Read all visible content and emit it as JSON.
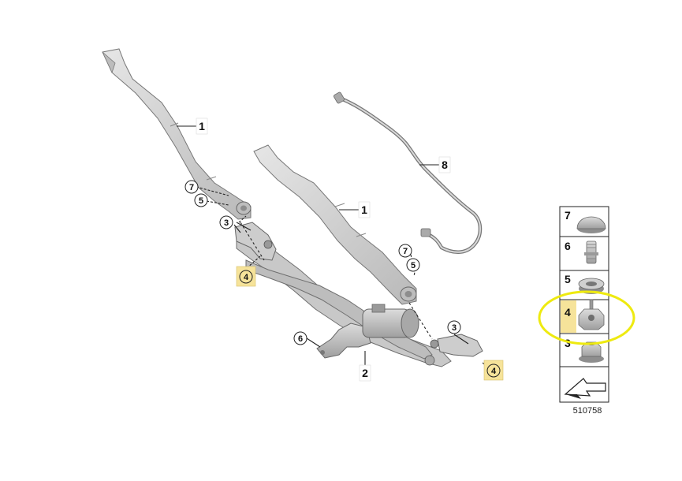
{
  "colors": {
    "part_fill": "#cfcfcf",
    "part_stroke": "#6a6a6a",
    "highlight_box": "#f6e39a",
    "highlight_ring": "#eeea10",
    "outline": "#222222"
  },
  "callouts": {
    "arm_left": "1",
    "arm_right": "1",
    "linkage": "2",
    "cap_left": "3",
    "cap_right": "3",
    "nut_left": "4",
    "nut_right": "4",
    "washer_left": "5",
    "washer_right": "5",
    "bracket": "6",
    "cover_left": "7",
    "cover_right": "7",
    "hose": "8"
  },
  "side_panel": {
    "rows": [
      {
        "label": "7",
        "icon": "cap-cover-icon"
      },
      {
        "label": "6",
        "icon": "stud-bolt-icon"
      },
      {
        "label": "5",
        "icon": "washer-ring-icon"
      },
      {
        "label": "4",
        "icon": "hex-nut-icon",
        "highlighted": true
      },
      {
        "label": "3",
        "icon": "flange-nut-icon"
      }
    ],
    "diagram_number": "510758"
  }
}
